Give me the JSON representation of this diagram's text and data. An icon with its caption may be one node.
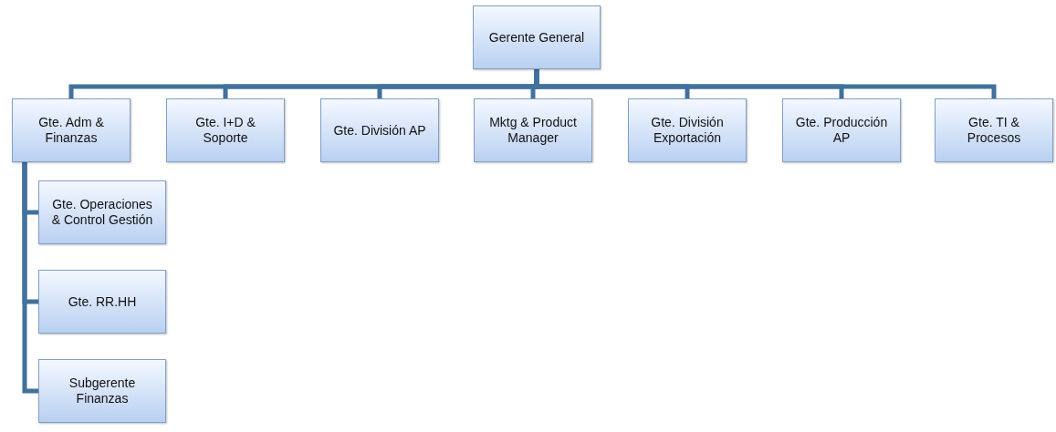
{
  "diagram": {
    "nodes": [
      {
        "text": [
          "Gerente General"
        ]
      },
      {
        "text": [
          "Gte. Adm & Finanzas"
        ]
      },
      {
        "text": [
          "Gte. I+D & Soporte"
        ]
      },
      {
        "text": [
          "Gte. División AP"
        ]
      },
      {
        "text": [
          "Mktg & Product Manager"
        ]
      },
      {
        "text": [
          "Gte. División Exportación"
        ]
      },
      {
        "text": [
          "Gte. Producción AP"
        ]
      },
      {
        "text": [
          "Gte. TI & Procesos"
        ]
      },
      {
        "text": [
          "Gte. Operaciones & Control Gestión"
        ]
      },
      {
        "text": [
          "Gte. RR.HH"
        ]
      },
      {
        "text": [
          "Subgerente Finanzas"
        ]
      }
    ],
    "edges": [
      {
        "from": 0,
        "to": 1,
        "arrow": "none"
      },
      {
        "from": 0,
        "to": 2,
        "arrow": "none"
      },
      {
        "from": 0,
        "to": 3,
        "arrow": "none"
      },
      {
        "from": 0,
        "to": 4,
        "arrow": "none"
      },
      {
        "from": 0,
        "to": 5,
        "arrow": "none"
      },
      {
        "from": 0,
        "to": 6,
        "arrow": "none"
      },
      {
        "from": 0,
        "to": 7,
        "arrow": "none"
      },
      {
        "from": 1,
        "to": 8,
        "arrow": "none"
      },
      {
        "from": 1,
        "to": 9,
        "arrow": "none"
      },
      {
        "from": 1,
        "to": 10,
        "arrow": "none"
      }
    ]
  }
}
